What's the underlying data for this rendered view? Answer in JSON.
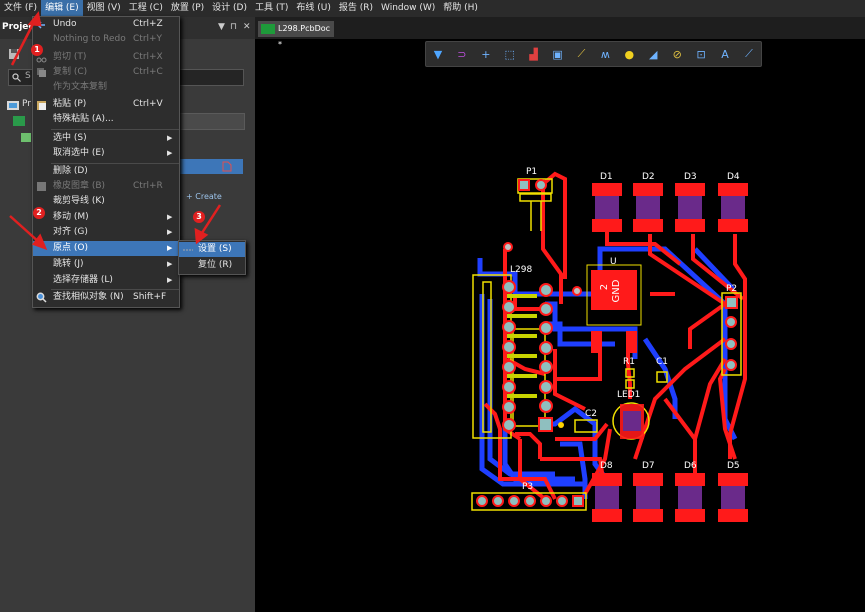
{
  "menubar": {
    "items": [
      "文件 (F)",
      "编辑 (E)",
      "视图 (V)",
      "工程 (C)",
      "放置 (P)",
      "设计 (D)",
      "工具 (T)",
      "布线 (U)",
      "报告 (R)",
      "Window (W)",
      "帮助 (H)"
    ]
  },
  "panel": {
    "title": "Projects",
    "controls": [
      "▼",
      "⊓",
      "✕"
    ],
    "search_placeholder": "S",
    "tree": [
      "Pr",
      "+ Create"
    ]
  },
  "document_tab": {
    "label": "L298.PcbDoc *"
  },
  "edit_menu": {
    "items": [
      {
        "label": "Undo",
        "shortcut": "Ctrl+Z",
        "disabled": false
      },
      {
        "label": "Nothing to Redo",
        "shortcut": "Ctrl+Y",
        "disabled": true
      },
      {
        "label": "剪切 (T)",
        "shortcut": "Ctrl+X",
        "disabled": true
      },
      {
        "label": "复制 (C)",
        "shortcut": "Ctrl+C",
        "disabled": true
      },
      {
        "label": "作为文本复制",
        "shortcut": "",
        "disabled": true
      },
      {
        "label": "粘贴 (P)",
        "shortcut": "Ctrl+V",
        "disabled": false
      },
      {
        "label": "特殊粘贴 (A)...",
        "shortcut": "",
        "disabled": false
      },
      {
        "label": "选中 (S)",
        "shortcut": "",
        "disabled": false,
        "submenu": true
      },
      {
        "label": "取消选中 (E)",
        "shortcut": "",
        "disabled": false,
        "submenu": true
      },
      {
        "label": "删除 (D)",
        "shortcut": "",
        "disabled": false
      },
      {
        "label": "橡皮图章 (B)",
        "shortcut": "Ctrl+R",
        "disabled": true
      },
      {
        "label": "裁剪导线 (K)",
        "shortcut": "",
        "disabled": false
      },
      {
        "label": "移动 (M)",
        "shortcut": "",
        "disabled": false,
        "submenu": true
      },
      {
        "label": "对齐 (G)",
        "shortcut": "",
        "disabled": false,
        "submenu": true
      },
      {
        "label": "原点 (O)",
        "shortcut": "",
        "disabled": false,
        "submenu": true,
        "highlighted": true
      },
      {
        "label": "跳转 (J)",
        "shortcut": "",
        "disabled": false,
        "submenu": true
      },
      {
        "label": "选择存储器 (L)",
        "shortcut": "",
        "disabled": false,
        "submenu": true
      },
      {
        "label": "查找相似对象 (N)",
        "shortcut": "Shift+F",
        "disabled": false
      }
    ]
  },
  "origin_submenu": {
    "items": [
      {
        "label": "设置 (S)",
        "highlighted": true
      },
      {
        "label": "复位 (R)",
        "highlighted": false
      }
    ]
  },
  "annotations": {
    "badges": [
      "1",
      "2",
      "3"
    ],
    "color": "#e02020"
  },
  "pcb": {
    "designators": [
      "P1",
      "D1",
      "D2",
      "D3",
      "D4",
      "L298",
      "U",
      "P2",
      "R1",
      "C1",
      "LED1",
      "C2",
      "D8",
      "D7",
      "D6",
      "D5",
      "P3"
    ],
    "chip_text": [
      "2",
      "GND"
    ],
    "colors": {
      "top_copper": "#ff1a1a",
      "bottom_copper": "#1f3fff",
      "silkscreen": "#ffff00",
      "pad": "#8fbfbf",
      "outline": "#f0e000",
      "text": "#ffffff"
    }
  }
}
